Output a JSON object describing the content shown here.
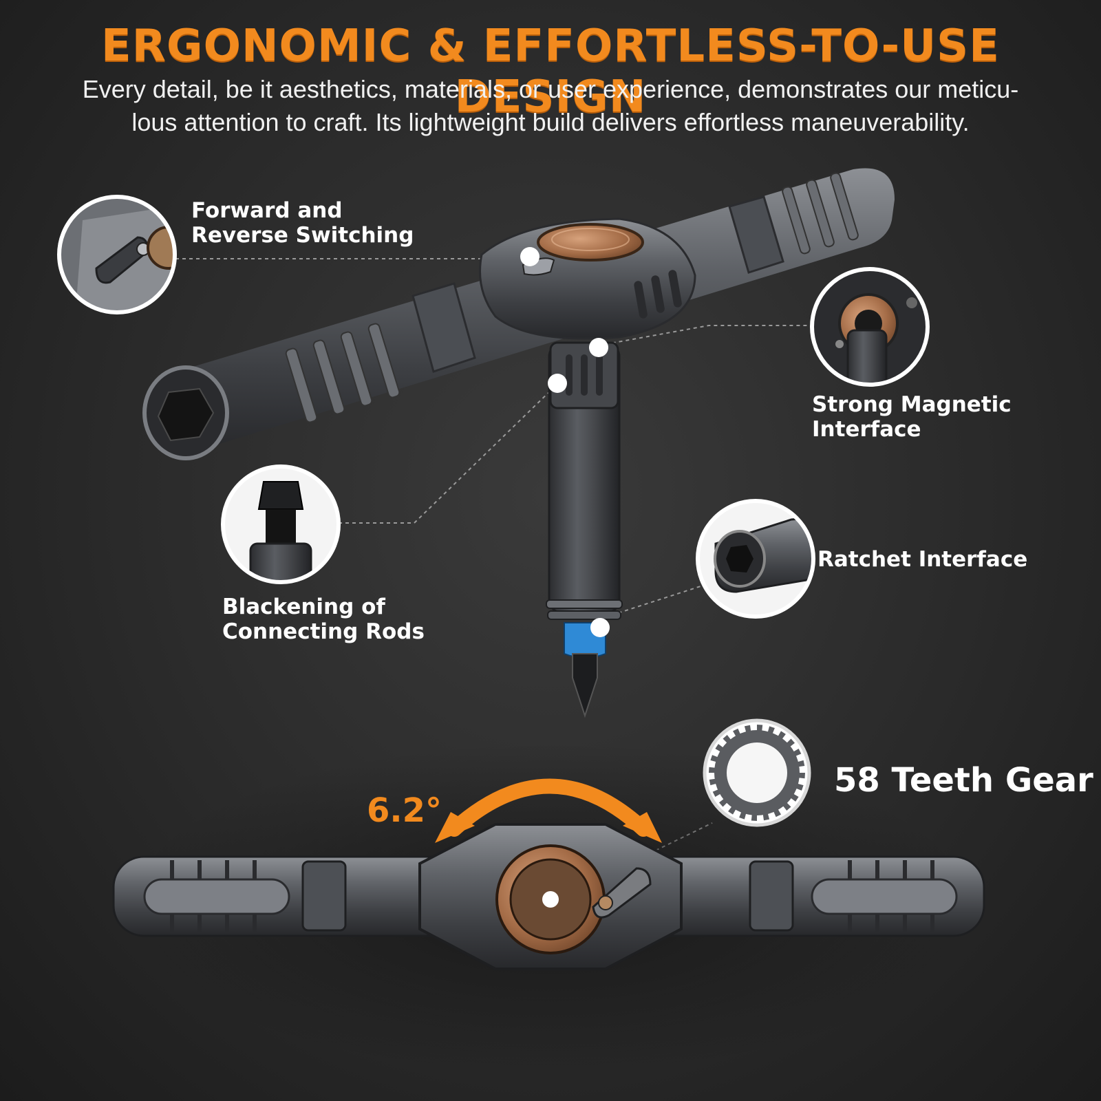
{
  "header": {
    "title": "ERGONOMIC & EFFORTLESS-TO-USE DESIGN",
    "subtitle_line1": "Every detail, be it aesthetics, materials, or user experience, demonstrates our meticu-",
    "subtitle_line2": "lous attention to craft. Its lightweight build delivers effortless maneuverability."
  },
  "callouts": {
    "forward_reverse": {
      "line1": "Forward and",
      "line2": "Reverse Switching"
    },
    "magnetic": {
      "line1": "Strong Magnetic",
      "line2": "Interface"
    },
    "blackening": {
      "line1": "Blackening of",
      "line2": "Connecting Rods"
    },
    "ratchet": {
      "line1": "Ratchet Interface"
    },
    "gear": {
      "text": "58 Teeth Gear"
    }
  },
  "angle_label": "6.2°",
  "colors": {
    "accent": "#f28a1e",
    "background": "#2a2a2a",
    "tool_metal": "#5a5d62",
    "bit_blue": "#2f8ad6",
    "copper": "#b9825a"
  },
  "icons": {
    "rotation_arrow": "double-headed-curved-arrow-icon",
    "gear": "gear-icon"
  }
}
